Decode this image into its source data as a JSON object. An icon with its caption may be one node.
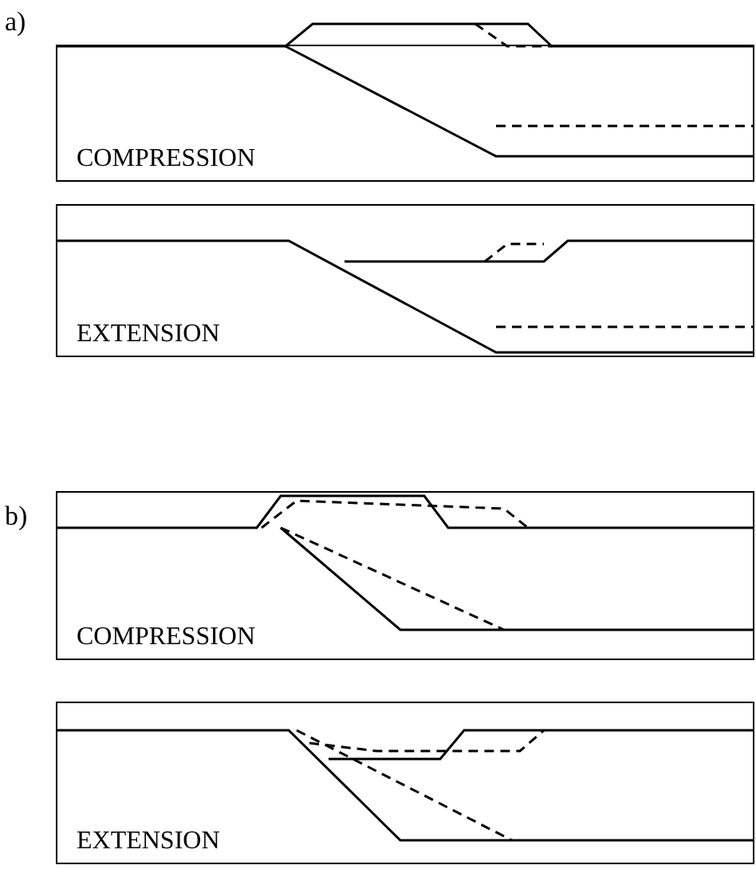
{
  "diagram": {
    "nodes": [
      {
        "text": [
          "COMPRESSION"
        ]
      },
      {
        "text": [
          "EXTENSION"
        ]
      },
      {
        "text": [
          "COMPRESSION"
        ]
      },
      {
        "text": [
          "EXTENSION"
        ]
      }
    ],
    "labels": [
      "a)",
      "b)"
    ]
  }
}
